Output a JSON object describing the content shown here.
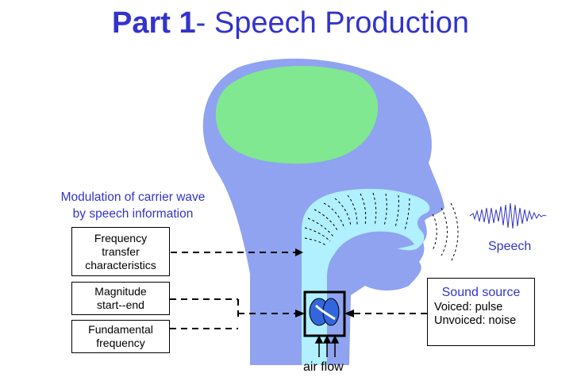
{
  "title": {
    "bold": "Part 1",
    "rest": "- Speech Production"
  },
  "modulation": {
    "line1": "Modulation of carrier wave",
    "line2": "by speech information"
  },
  "boxes": {
    "frequency": [
      "Frequency",
      "transfer",
      "characteristics"
    ],
    "magnitude": [
      "Magnitude",
      "start--end"
    ],
    "fundamental": [
      "Fundamental",
      "frequency"
    ]
  },
  "speech_label": "Speech",
  "sound_source": {
    "title": "Sound source",
    "voiced": "Voiced: pulse",
    "unvoiced": "Unvoiced: noise"
  },
  "air_flow": "air flow",
  "colors": {
    "accent": "#3333cc",
    "head": "#8fa3f0",
    "brain": "#80e890",
    "tract": "#b0f0ff"
  }
}
